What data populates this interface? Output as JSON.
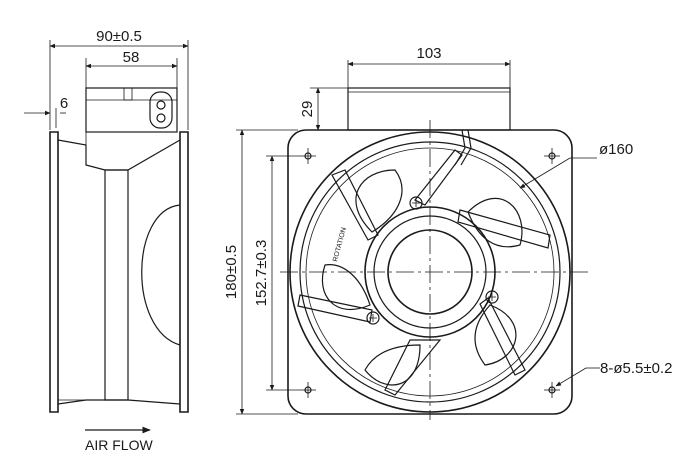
{
  "side_view": {
    "overall_depth": "90±0.5",
    "box_width": "58",
    "flange": "6",
    "airflow_label": "AIR FLOW"
  },
  "front_view": {
    "box_height": "29",
    "box_length": "103",
    "outer_size": "180±0.5",
    "hole_pitch": "152.7±0.3",
    "venturi_dia": "ø160",
    "holes": "8-ø5.5±0.2",
    "rotation_label": "ROTATION"
  }
}
